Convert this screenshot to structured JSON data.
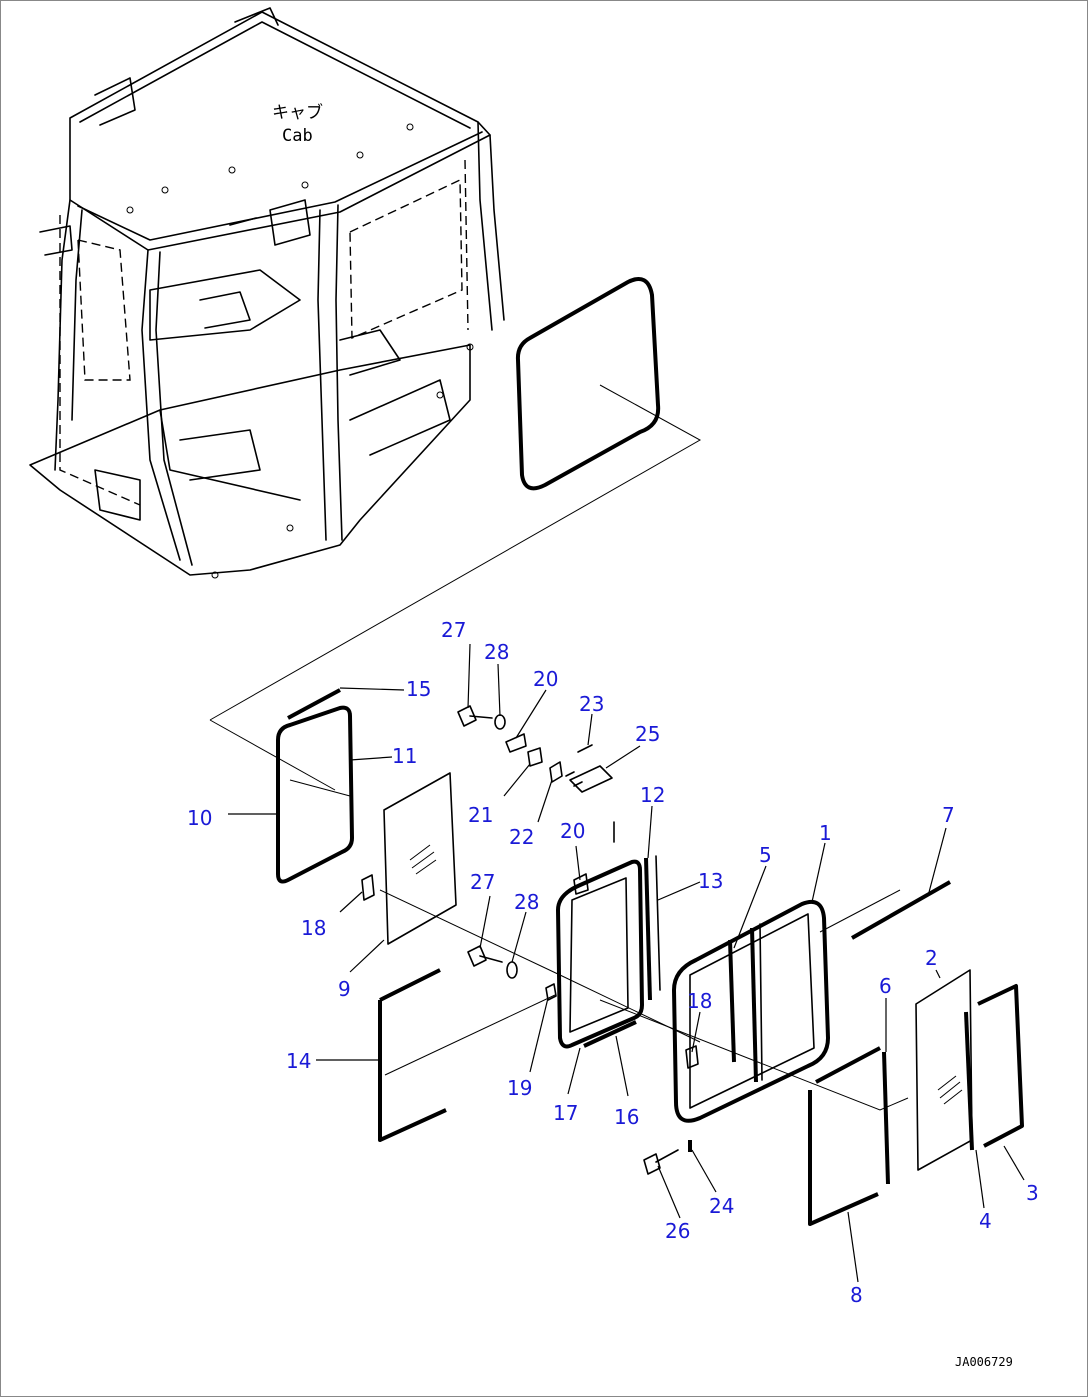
{
  "cab_label_jp": "キャブ",
  "cab_label_en": "Cab",
  "drawing_code": "JA006729",
  "callouts": [
    {
      "id": "c1",
      "text": "1"
    },
    {
      "id": "c2",
      "text": "2"
    },
    {
      "id": "c3",
      "text": "3"
    },
    {
      "id": "c4",
      "text": "4"
    },
    {
      "id": "c5",
      "text": "5"
    },
    {
      "id": "c6",
      "text": "6"
    },
    {
      "id": "c7",
      "text": "7"
    },
    {
      "id": "c8",
      "text": "8"
    },
    {
      "id": "c9",
      "text": "9"
    },
    {
      "id": "c10",
      "text": "10"
    },
    {
      "id": "c11",
      "text": "11"
    },
    {
      "id": "c12",
      "text": "12"
    },
    {
      "id": "c13",
      "text": "13"
    },
    {
      "id": "c14",
      "text": "14"
    },
    {
      "id": "c15",
      "text": "15"
    },
    {
      "id": "c16",
      "text": "16"
    },
    {
      "id": "c17",
      "text": "17"
    },
    {
      "id": "c18a",
      "text": "18"
    },
    {
      "id": "c18b",
      "text": "18"
    },
    {
      "id": "c19",
      "text": "19"
    },
    {
      "id": "c20a",
      "text": "20"
    },
    {
      "id": "c20b",
      "text": "20"
    },
    {
      "id": "c21",
      "text": "21"
    },
    {
      "id": "c22",
      "text": "22"
    },
    {
      "id": "c23",
      "text": "23"
    },
    {
      "id": "c24",
      "text": "24"
    },
    {
      "id": "c25",
      "text": "25"
    },
    {
      "id": "c26",
      "text": "26"
    },
    {
      "id": "c27a",
      "text": "27"
    },
    {
      "id": "c27b",
      "text": "27"
    },
    {
      "id": "c28a",
      "text": "28"
    },
    {
      "id": "c28b",
      "text": "28"
    }
  ],
  "colors": {
    "callout": "#1a1ad6",
    "line": "#000000"
  }
}
